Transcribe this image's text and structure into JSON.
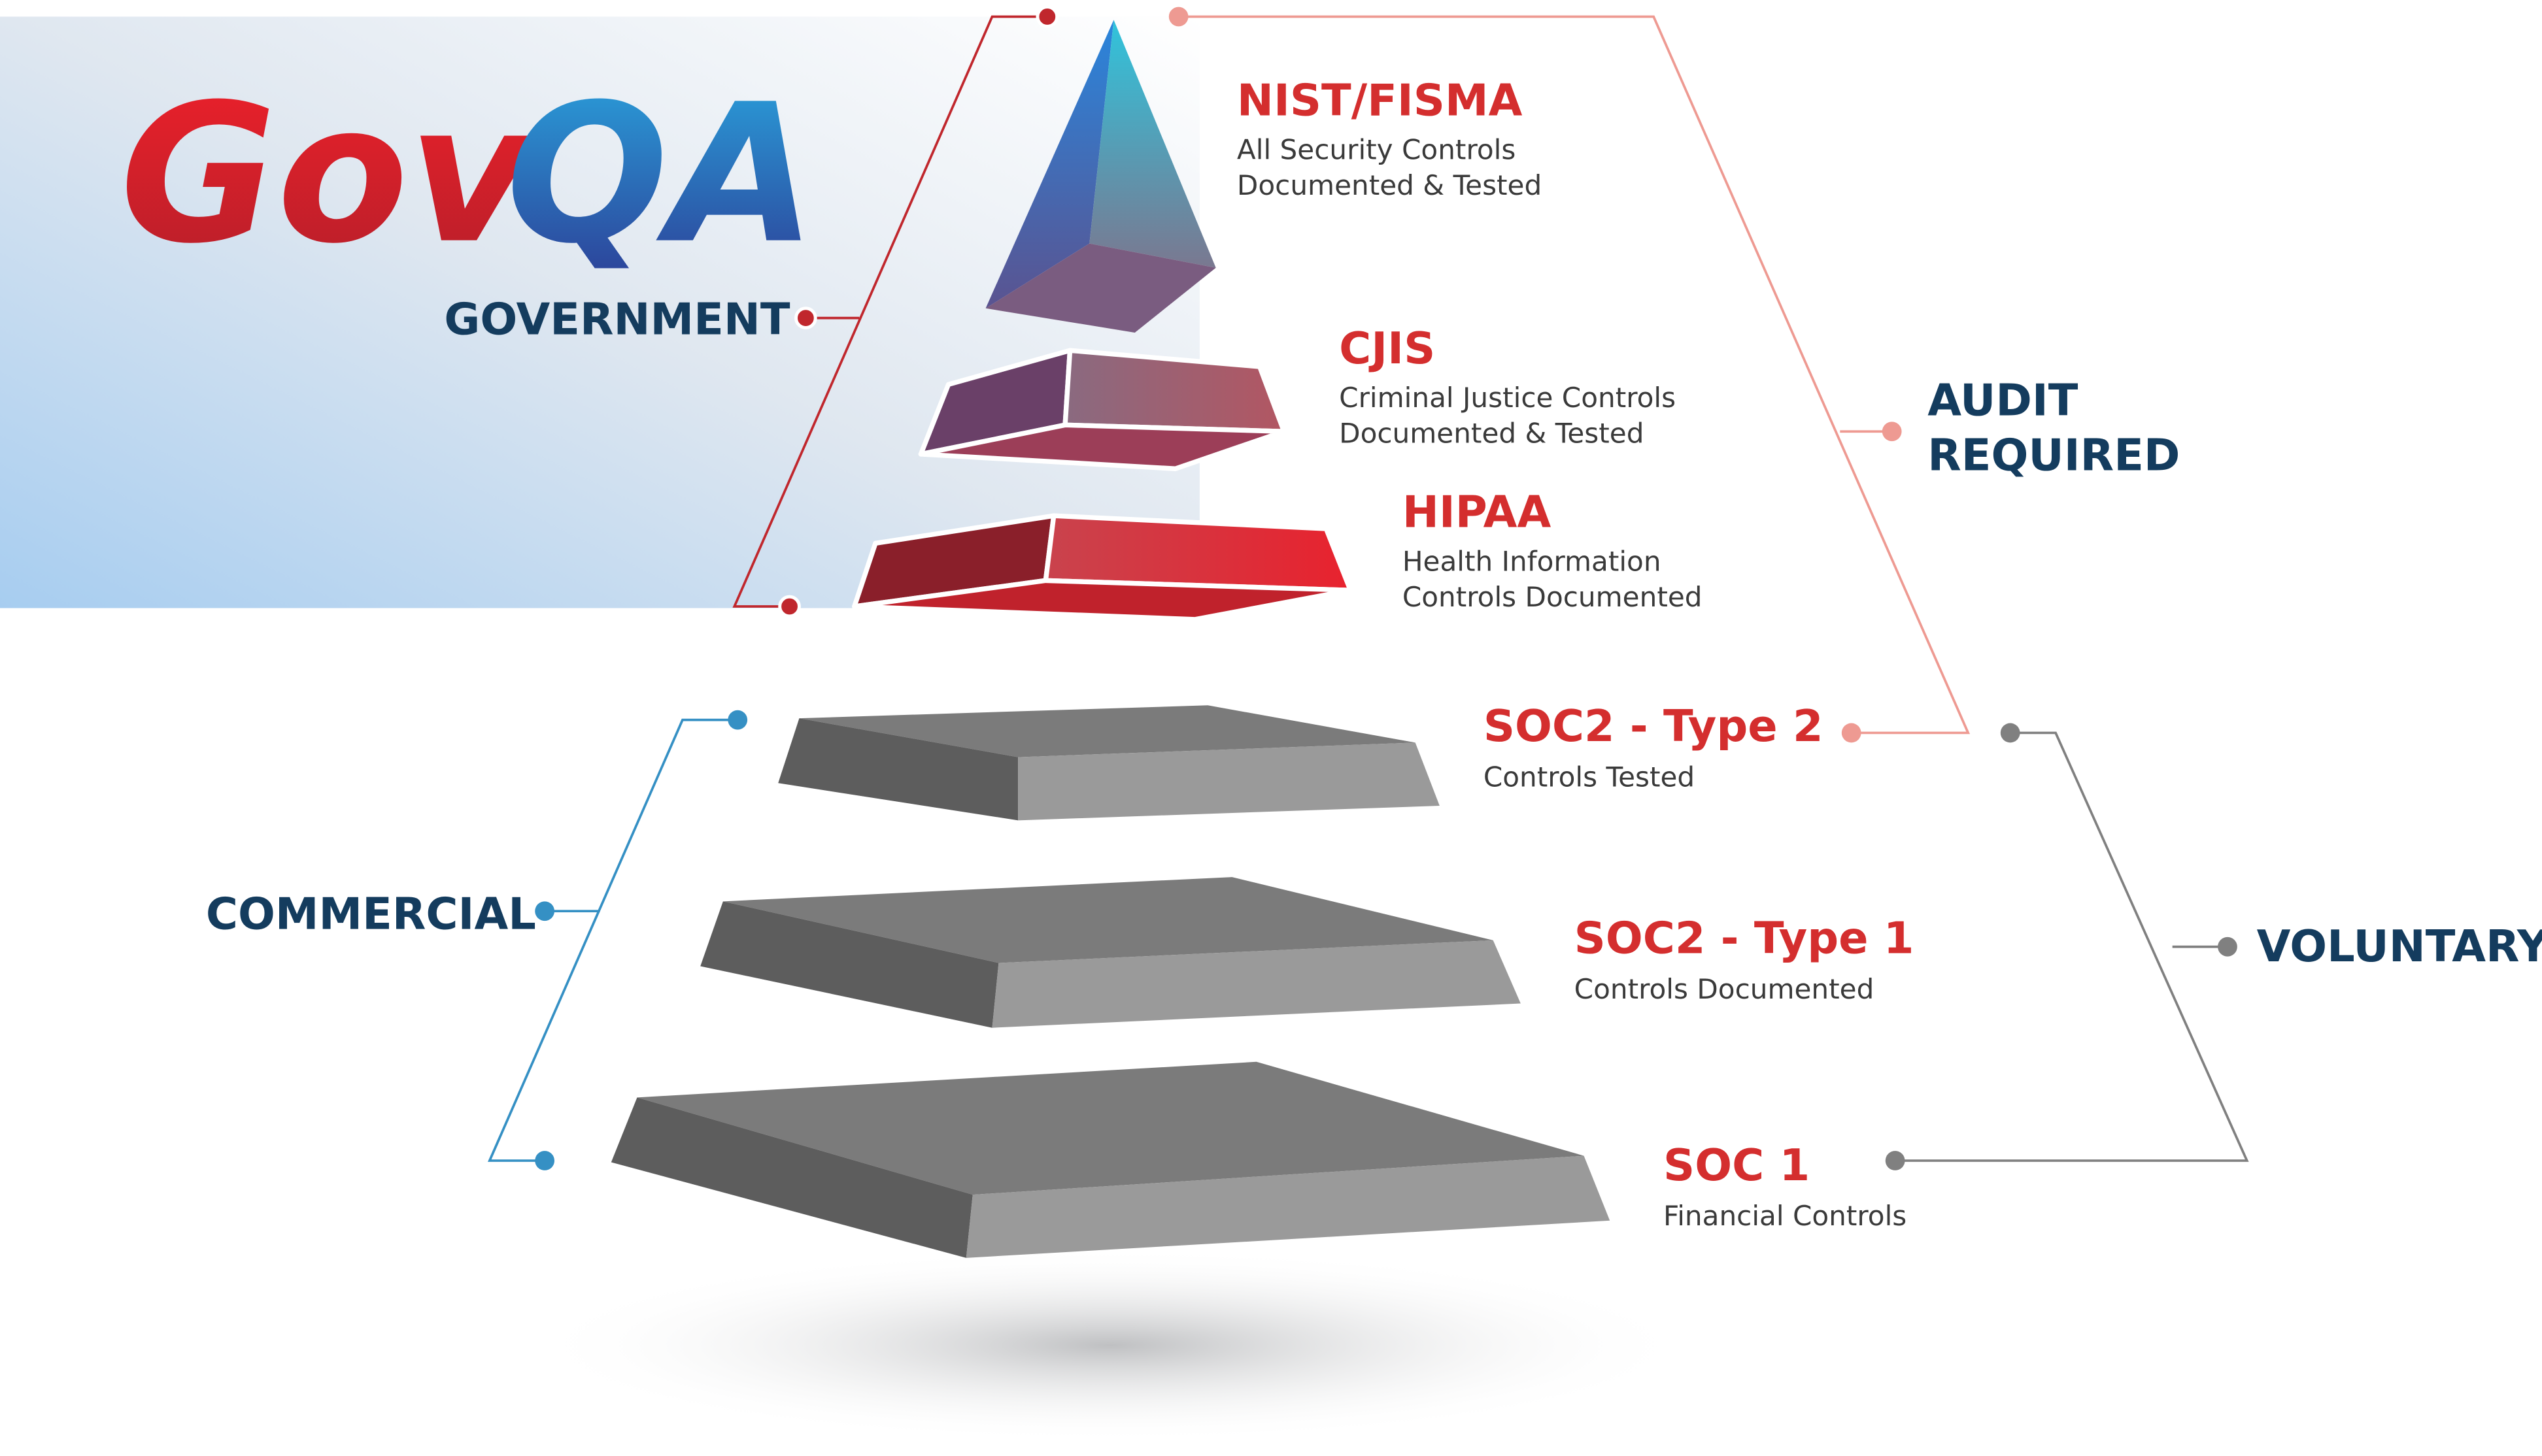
{
  "logo": {
    "part1": "Gov",
    "part2": "QA"
  },
  "groups": {
    "government": "GOVERNMENT",
    "commercial": "COMMERCIAL",
    "audit_line1": "AUDIT",
    "audit_line2": "REQUIRED",
    "voluntary": "VOLUNTARY"
  },
  "tiers": [
    {
      "title": "NIST/FISMA",
      "line1": "All Security Controls",
      "line2": "Documented & Tested"
    },
    {
      "title": "CJIS",
      "line1": "Criminal Justice Controls",
      "line2": "Documented & Tested"
    },
    {
      "title": "HIPAA",
      "line1": "Health Information",
      "line2": "Controls Documented"
    },
    {
      "title": "SOC2 - Type 2",
      "line1": "Controls Tested"
    },
    {
      "title": "SOC2 - Type 1",
      "line1": "Controls Documented"
    },
    {
      "title": "SOC 1",
      "line1": "Financial Controls"
    }
  ],
  "colors": {
    "red": "#d42e2e",
    "navy": "#143c5e",
    "salmon": "#ee9a92",
    "blue": "#3590c4",
    "gray": "#808080"
  }
}
